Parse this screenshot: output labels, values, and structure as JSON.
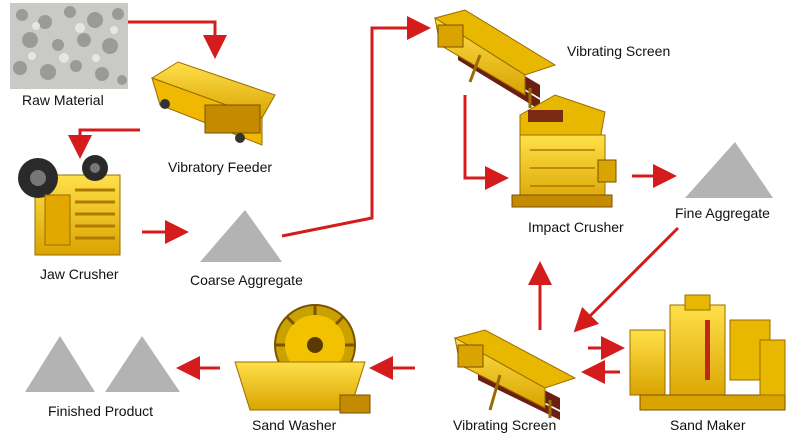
{
  "labels": {
    "raw_material": "Raw Material",
    "vibratory_feeder": "Vibratory Feeder",
    "jaw_crusher": "Jaw Crusher",
    "coarse_aggregate": "Coarse Aggregate",
    "vibrating_screen_top": "Vibrating Screen",
    "impact_crusher": "Impact Crusher",
    "fine_aggregate": "Fine Aggregate",
    "vibrating_screen_bottom": "Vibrating Screen",
    "sand_maker": "Sand Maker",
    "sand_washer": "Sand Washer",
    "finished_product": "Finished Product"
  },
  "colors": {
    "arrow": "#d41c1c",
    "machine_yellow": "#f2c200",
    "machine_dark": "#b07a00",
    "pile_gray": "#b3b3b3"
  },
  "icons": {
    "raw_material": "rock-pile-photo",
    "vibratory_feeder": "vibratory-feeder-machine",
    "jaw_crusher": "jaw-crusher-machine",
    "coarse_aggregate": "gray-pile",
    "vibrating_screen": "vibrating-screen-machine",
    "impact_crusher": "impact-crusher-machine",
    "fine_aggregate": "gray-pile",
    "sand_maker": "sand-maker-machine",
    "sand_washer": "sand-washer-machine",
    "finished_product": "gray-pile"
  }
}
